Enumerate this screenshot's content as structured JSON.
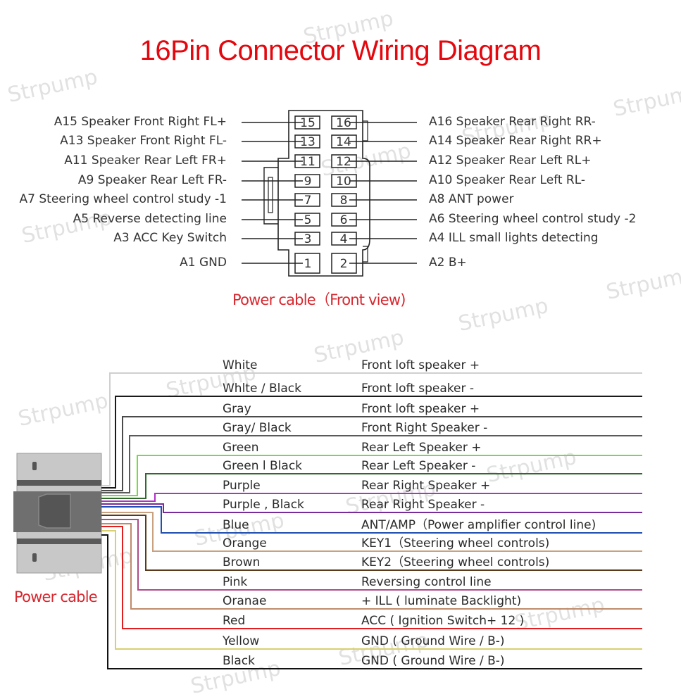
{
  "title": "16Pin Connector Wiring Diagram",
  "watermark": "Strpump",
  "connector_caption": "Power cable（Front view)",
  "plug_caption": "Power cable",
  "pins_left": [
    {
      "pin": "15",
      "label": "A15 Speaker Front Right FL+"
    },
    {
      "pin": "13",
      "label": "A13 Speaker Front Right FL-"
    },
    {
      "pin": "11",
      "label": "A11 Speaker Rear Left FR+"
    },
    {
      "pin": "9",
      "label": "A9 Speaker Rear Left FR-"
    },
    {
      "pin": "7",
      "label": "A7 Steering wheel control study -1"
    },
    {
      "pin": "5",
      "label": "A5 Reverse detecting line"
    },
    {
      "pin": "3",
      "label": "A3 ACC Key Switch"
    },
    {
      "pin": "1",
      "label": "A1 GND"
    }
  ],
  "pins_right": [
    {
      "pin": "16",
      "label": "A16 Speaker Rear Right RR-"
    },
    {
      "pin": "14",
      "label": "A14 Speaker Rear Right RR+"
    },
    {
      "pin": "12",
      "label": "A12 Speaker Rear Left RL+"
    },
    {
      "pin": "10",
      "label": "A10 Speaker Rear Left RL-"
    },
    {
      "pin": "8",
      "label": "A8 ANT power"
    },
    {
      "pin": "6",
      "label": "A6 Steering wheel control study -2"
    },
    {
      "pin": "4",
      "label": "A4 ILL small lights detecting"
    },
    {
      "pin": "2",
      "label": "A2 B+"
    }
  ],
  "wires": [
    {
      "name": "White",
      "desc": "Front loft speaker +",
      "color": "#cfcfcf"
    },
    {
      "name": "Whlte / Black",
      "desc": "Front loft speaker -",
      "color": "#1a1a1a"
    },
    {
      "name": "Gray",
      "desc": "Front loft speaker +",
      "color": "#4a4a4a"
    },
    {
      "name": "Gray/ Black",
      "desc": "Front Right Speaker -",
      "color": "#5a5a5a"
    },
    {
      "name": "Green",
      "desc": "Rear Left Speaker +",
      "color": "#6fe03a"
    },
    {
      "name": "Green l Black",
      "desc": "Rear Left Speaker -",
      "color": "#2f6a2a"
    },
    {
      "name": "Purple",
      "desc": "Rear Right Speaker +",
      "color": "#b030c8"
    },
    {
      "name": "Purple , Black",
      "desc": "Rear Right Speaker -",
      "color": "#7a2a9a"
    },
    {
      "name": "Blue",
      "desc": "ANT/AMP（Power amplifier control line)",
      "color": "#1f4fb0"
    },
    {
      "name": "Orange",
      "desc": "KEY1（Steering wheel controls)",
      "color": "#c9a080"
    },
    {
      "name": "Brown",
      "desc": "KEY2（Steering wheel controls)",
      "color": "#5a3a1a"
    },
    {
      "name": "Pink",
      "desc": "Reversing control line",
      "color": "#b04a8a"
    },
    {
      "name": "Oranae",
      "desc": "+ ILL ( luminate Backlight)",
      "color": "#c08a6a"
    },
    {
      "name": "Red",
      "desc": "ACC ( Ignition Switch+ 12 )",
      "color": "#e02020"
    },
    {
      "name": "Yellow",
      "desc": "GND ( Ground Wire / B-)",
      "color": "#d8d070"
    },
    {
      "name": "Black",
      "desc": "GND ( Ground Wire / B-)",
      "color": "#111111"
    }
  ]
}
